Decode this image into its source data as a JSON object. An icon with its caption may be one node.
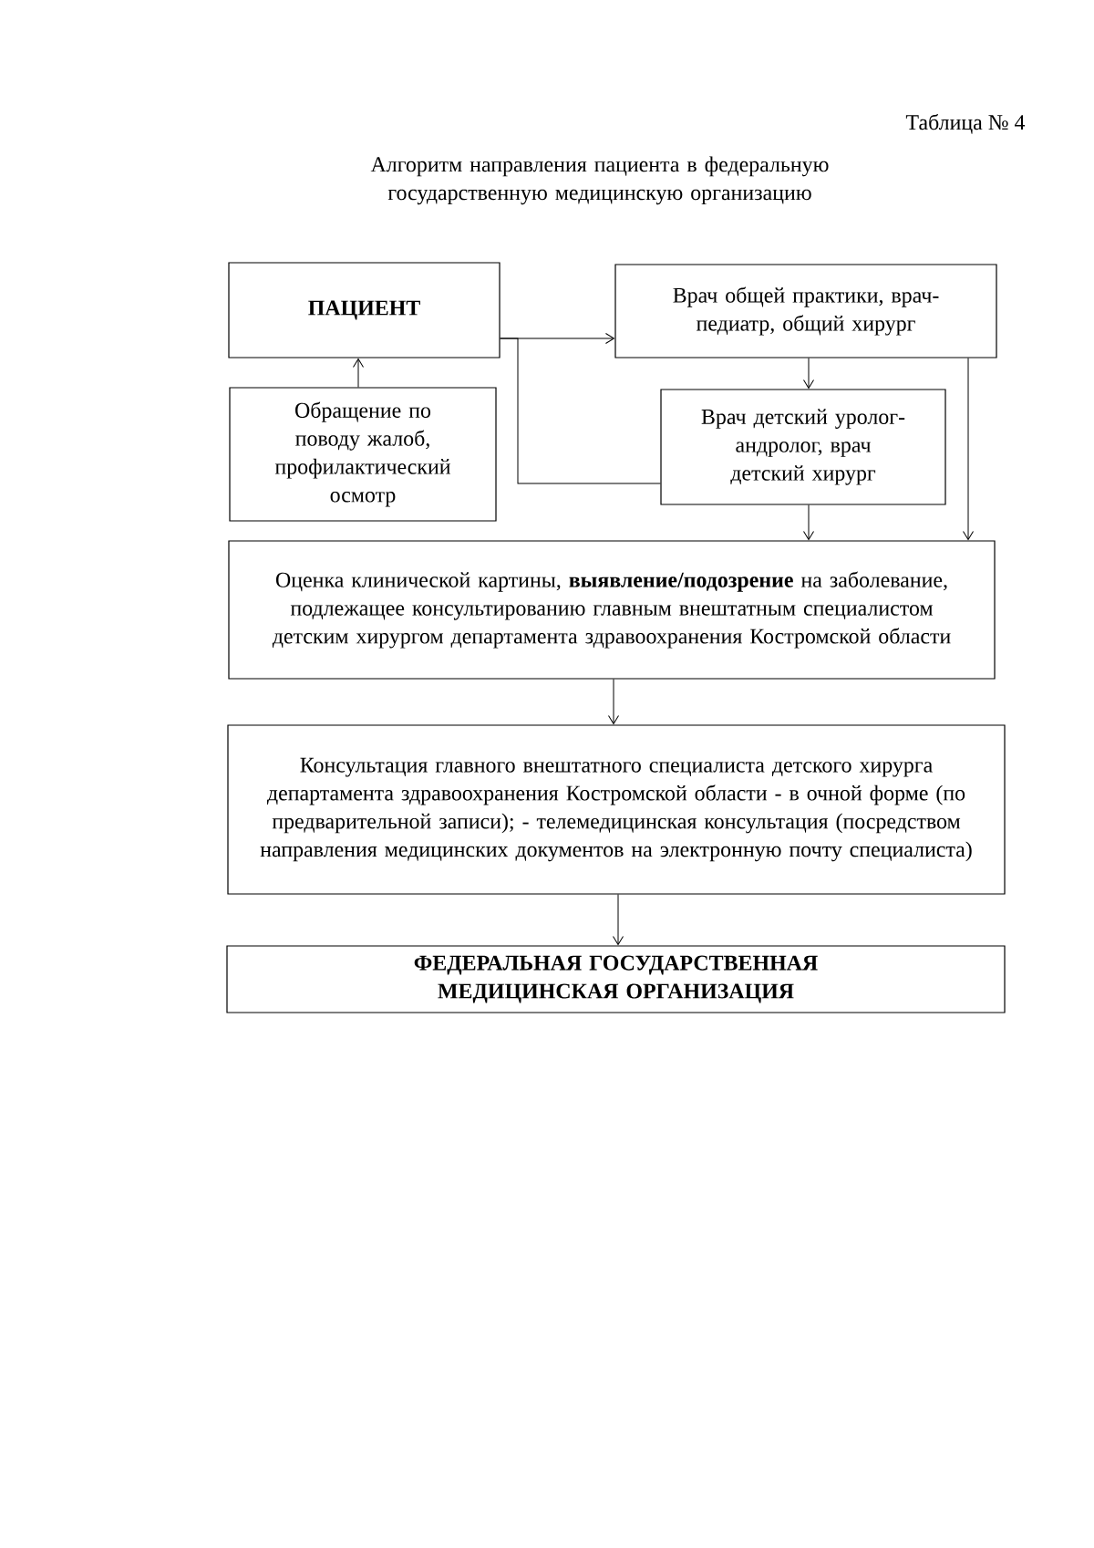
{
  "diagram": {
    "title": "Алгоритм направления пациента в федеральную государственную медицинскую организацию",
    "nodes": [
      {
        "text": [
          "ПАЦИЕНТ"
        ]
      },
      {
        "text": [
          "Врач общей практики, врач-педиатр, общий хирург"
        ]
      },
      {
        "text": [
          "Обращение по поводу жалоб, профилактический осмотр"
        ]
      },
      {
        "text": [
          "Врач детский уролог-андролог, врач детский хирург"
        ]
      },
      {
        "text": [
          "Оценка клинической картины, **выявление/подозрение** на заболевание, подлежащее консультированию главным внештатным специалистом детским хирургом департамента здравоохранения Костромской области"
        ]
      },
      {
        "text": [
          "Консультация главного внештатного специалиста детского хирурга департамента здравоохранения Костромской области - в очной форме (по предварительной записи); - телемедицинская консультация (посредством направления медицинских документов на электронную почту специалиста)"
        ]
      },
      {
        "text": [
          "ФЕДЕРАЛЬНАЯ ГОСУДАРСТВЕННАЯ МЕДИЦИНСКАЯ ОРГАНИЗАЦИЯ"
        ]
      }
    ],
    "edges": [
      {
        "from": 2,
        "to": 0,
        "arrow": "to"
      },
      {
        "from": 0,
        "to": 1,
        "arrow": "to"
      },
      {
        "from": 0,
        "to": 3,
        "arrow": "none"
      },
      {
        "from": 1,
        "to": 3,
        "arrow": "to"
      },
      {
        "from": 3,
        "to": 4,
        "arrow": "to"
      },
      {
        "from": 1,
        "to": 4,
        "arrow": "to"
      },
      {
        "from": 4,
        "to": 5,
        "arrow": "to"
      },
      {
        "from": 5,
        "to": 6,
        "arrow": "to"
      }
    ],
    "labels": [
      "Таблица № 4"
    ]
  }
}
